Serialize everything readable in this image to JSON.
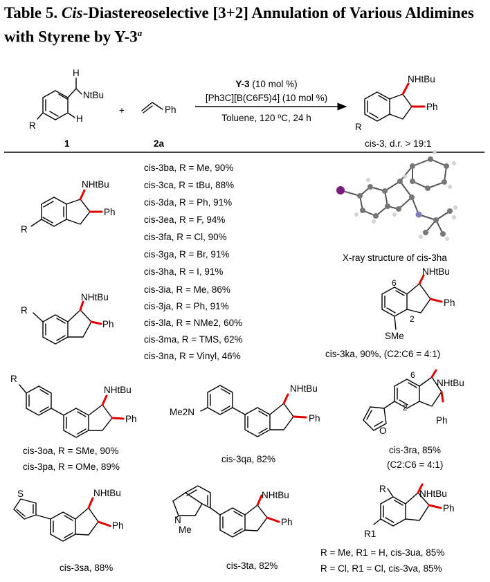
{
  "table": {
    "title_prefix": "Table 5. ",
    "title_italic": "Cis",
    "title_rest": "-Diastereoselective [3+2] Annulation of Various Aldimines with Styrene by Y-3",
    "title_sup": "a"
  },
  "scheme": {
    "sub1_label": "1",
    "sub2_label": "2a",
    "plus": "+",
    "cond_line1_bold": "Y-3",
    "cond_line1_rest": " (10 mol %)",
    "cond_line2": "[Ph3C][B(C6F5)4] (10 mol %)",
    "cond_line3": "Toluene, 120 ºC, 24 h",
    "product_label": "cis-3, d.r. > 19:1",
    "atom_H": "H",
    "atom_NtBu": "NtBu",
    "atom_R": "R",
    "atom_Ph": "Ph",
    "atom_NHtBu": "NHtBu"
  },
  "group1": [
    "cis-3ba, R = Me, 90%",
    "cis-3ca, R = tBu, 88%",
    "cis-3da, R = Ph, 91%",
    "cis-3ea, R = F, 94%",
    "cis-3fa, R = Cl, 90%",
    "cis-3ga, R = Br, 91%",
    "cis-3ha, R = I, 91%"
  ],
  "xray_caption": "X-ray structure of cis-3ha",
  "group2": [
    "cis-3ia, R = Me, 86%",
    "cis-3ja, R = Ph, 91%",
    "cis-3la, R = NMe2, 60%",
    "cis-3ma, R = TMS, 62%",
    "cis-3na, R = Vinyl, 46%"
  ],
  "ka": {
    "caption": "cis-3ka, 90%, (C2:C6 = 4:1)",
    "sme": "SMe",
    "pos6": "6",
    "pos2": "2"
  },
  "oa": {
    "line1": "cis-3oa, R = SMe, 90%",
    "line2": "cis-3pa, R = OMe, 89%"
  },
  "qa": {
    "caption": "cis-3qa, 82%",
    "nme2": "Me2N"
  },
  "ra": {
    "line1": "cis-3ra, 85%",
    "line2": "(C2:C6 = 4:1)",
    "o": "O",
    "pos6": "6",
    "pos2": "2"
  },
  "sa": {
    "caption": "cis-3sa, 88%",
    "s": "S"
  },
  "ta": {
    "caption": "cis-3ta, 82%",
    "n": "N",
    "me": "Me"
  },
  "ua": {
    "line1": "R = Me, R1 = H, cis-3ua, 85%",
    "line2": "R = Cl, R1 = Cl, cis-3va, 85%",
    "r1": "R1"
  },
  "colors": {
    "accent_bond": "#e00000",
    "iodine": "#7a1a7a",
    "nitrogen": "#8080c0"
  }
}
